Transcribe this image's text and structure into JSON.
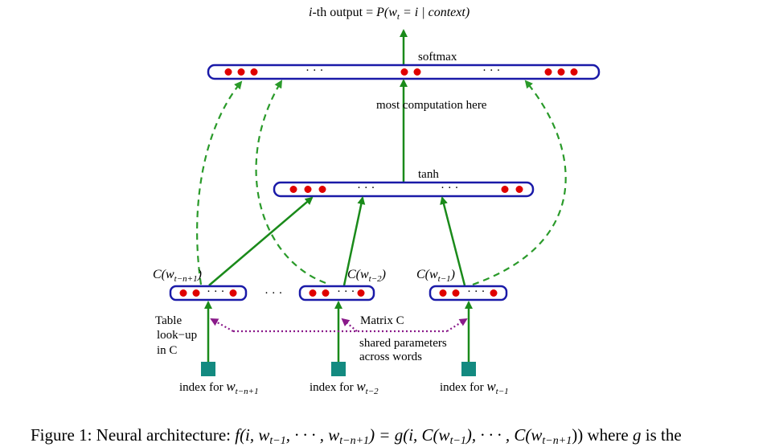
{
  "output": {
    "prefix": "i",
    "rest": "-th output = ",
    "formula": "P(w",
    "sub": "t",
    "tail": " = i | context)"
  },
  "labels": {
    "softmax": "softmax",
    "most_computation": "most  computation here",
    "tanh": "tanh",
    "ellipsis": "· · ·",
    "table_lookup_1": "Table",
    "table_lookup_2": "look−up",
    "table_lookup_3": "in C",
    "matrix": "Matrix C",
    "shared_1": "shared parameters",
    "shared_2": "across words"
  },
  "context_labels": [
    {
      "fn": "C(w",
      "sub": "t−n+1",
      "close": ")"
    },
    {
      "fn": "C(w",
      "sub": "t−2",
      "close": ")"
    },
    {
      "fn": "C(w",
      "sub": "t−1",
      "close": ")"
    }
  ],
  "index_labels": [
    {
      "text": "index for ",
      "w": "w",
      "sub": "t−n+1"
    },
    {
      "text": "index for ",
      "w": "w",
      "sub": "t−2"
    },
    {
      "text": "index for ",
      "w": "w",
      "sub": "t−1"
    }
  ],
  "caption": {
    "lead": "Figure 1:  Neural architecture: ",
    "formula": "f(i, w",
    "s1": "t−1",
    "mid": ", · · · , w",
    "s2": "t−n+1",
    "eq": ") = g(i, C(w",
    "s3": "t−1",
    "mid2": "), · · · , C(w",
    "s4": "t−n+1",
    "end": ")) where ",
    "g": "g",
    "tail": " is the"
  },
  "colors": {
    "box": "#1a1aa8",
    "dot": "#e00000",
    "arrow": "#1a8a1a",
    "dashed": "#2a9a2a",
    "dotted": "#8a1a8a",
    "square": "#138a80"
  }
}
